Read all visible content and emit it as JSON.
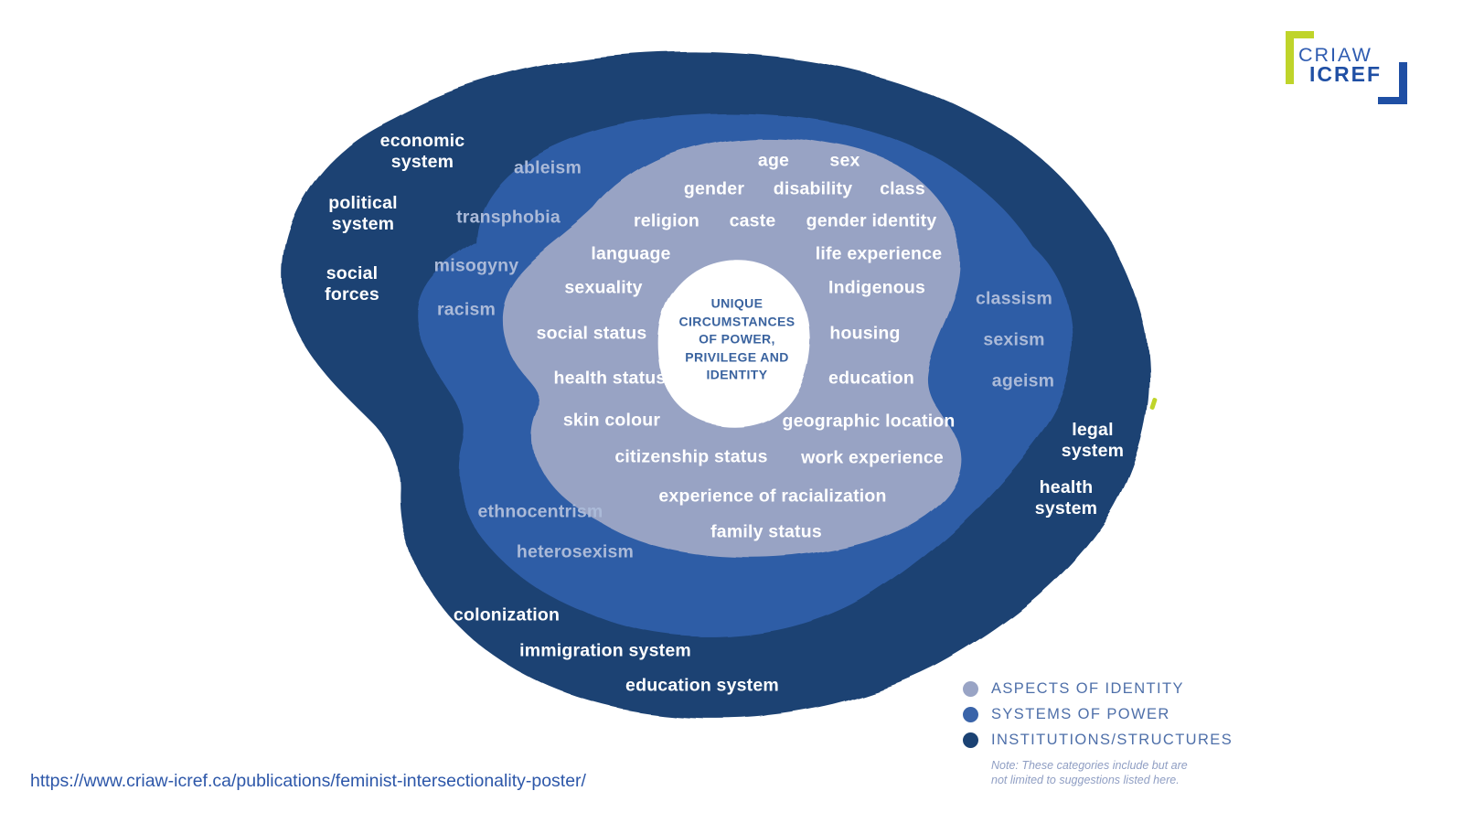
{
  "url_caption": "https://www.criaw-icref.ca/publications/feminist-intersectionality-poster/",
  "logo": {
    "top_text": "CRIAW",
    "bottom_text": "ICREF"
  },
  "colors": {
    "institutions_navy": "#1c4273",
    "systems_blue": "#2f5da6",
    "identity_lavender": "#98a3c4",
    "center_white": "#ffffff",
    "accent_lime": "#bfd42a",
    "legend_text": "#4e6fa9"
  },
  "diagram": {
    "center_text": "UNIQUE\nCIRCUMSTANCES\nOF POWER,\nPRIVILEGE AND\nIDENTITY",
    "outer_labels": [
      "economic\nsystem",
      "political\nsystem",
      "social\nforces",
      "colonization",
      "immigration system",
      "education system",
      "legal\nsystem",
      "health\nsystem"
    ],
    "middle_labels": [
      "ableism",
      "transphobia",
      "misogyny",
      "racism",
      "ethnocentrism",
      "heterosexism",
      "classism",
      "sexism",
      "ageism"
    ],
    "inner_labels": [
      "age",
      "sex",
      "gender",
      "disability",
      "class",
      "religion",
      "caste",
      "gender identity",
      "language",
      "life experience",
      "sexuality",
      "Indigenous",
      "social status",
      "housing",
      "health status",
      "education",
      "skin colour",
      "geographic location",
      "citizenship status",
      "work experience",
      "experience of racialization",
      "family status"
    ]
  },
  "legend": {
    "items": [
      {
        "label": "ASPECTS OF IDENTITY",
        "color": "#99a4c5"
      },
      {
        "label": "SYSTEMS OF POWER",
        "color": "#3a64a9"
      },
      {
        "label": "INSTITUTIONS/STRUCTURES",
        "color": "#1b4273"
      }
    ],
    "note": "Note: These categories include but are\nnot limited to suggestions listed here."
  }
}
